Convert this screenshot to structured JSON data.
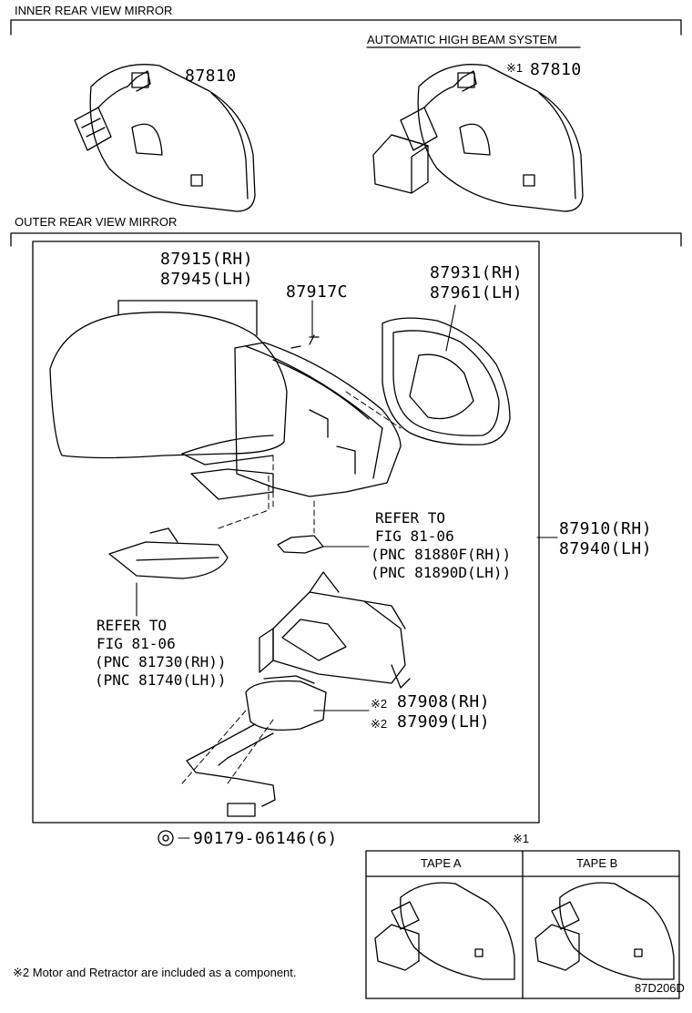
{
  "sections": {
    "inner": "INNER REAR VIEW MIRROR",
    "outer": "OUTER REAR VIEW MIRROR",
    "auto_high_beam": "AUTOMATIC HIGH BEAM SYSTEM"
  },
  "parts": {
    "inner_mirror": "87810",
    "auto_mark": "※1",
    "auto_mirror": "87810",
    "cover_rh": "87915(RH)",
    "cover_lh": "87945(LH)",
    "screw": "87917C",
    "glass_rh": "87931(RH)",
    "glass_lh": "87961(LH)",
    "assy_rh": "87910(RH)",
    "assy_lh": "87940(LH)",
    "ref1_line1": "REFER TO",
    "ref1_line2": "FIG 81-06",
    "ref1_line3": "(PNC 81880F(RH))",
    "ref1_line4": "(PNC 81890D(LH))",
    "ref2_line1": "REFER TO",
    "ref2_line2": "FIG 81-06",
    "ref2_line3": "(PNC 81730(RH))",
    "ref2_line4": "(PNC 81740(LH))",
    "motor_mark": "※2",
    "motor_rh": "87908(RH)",
    "motor_lh": "87909(LH)",
    "clip": "90179-06146(6)"
  },
  "tape": {
    "mark": "※1",
    "a": "TAPE A",
    "b": "TAPE B"
  },
  "note": "※2 Motor and Retractor are included as a component.",
  "code": "87D206D"
}
